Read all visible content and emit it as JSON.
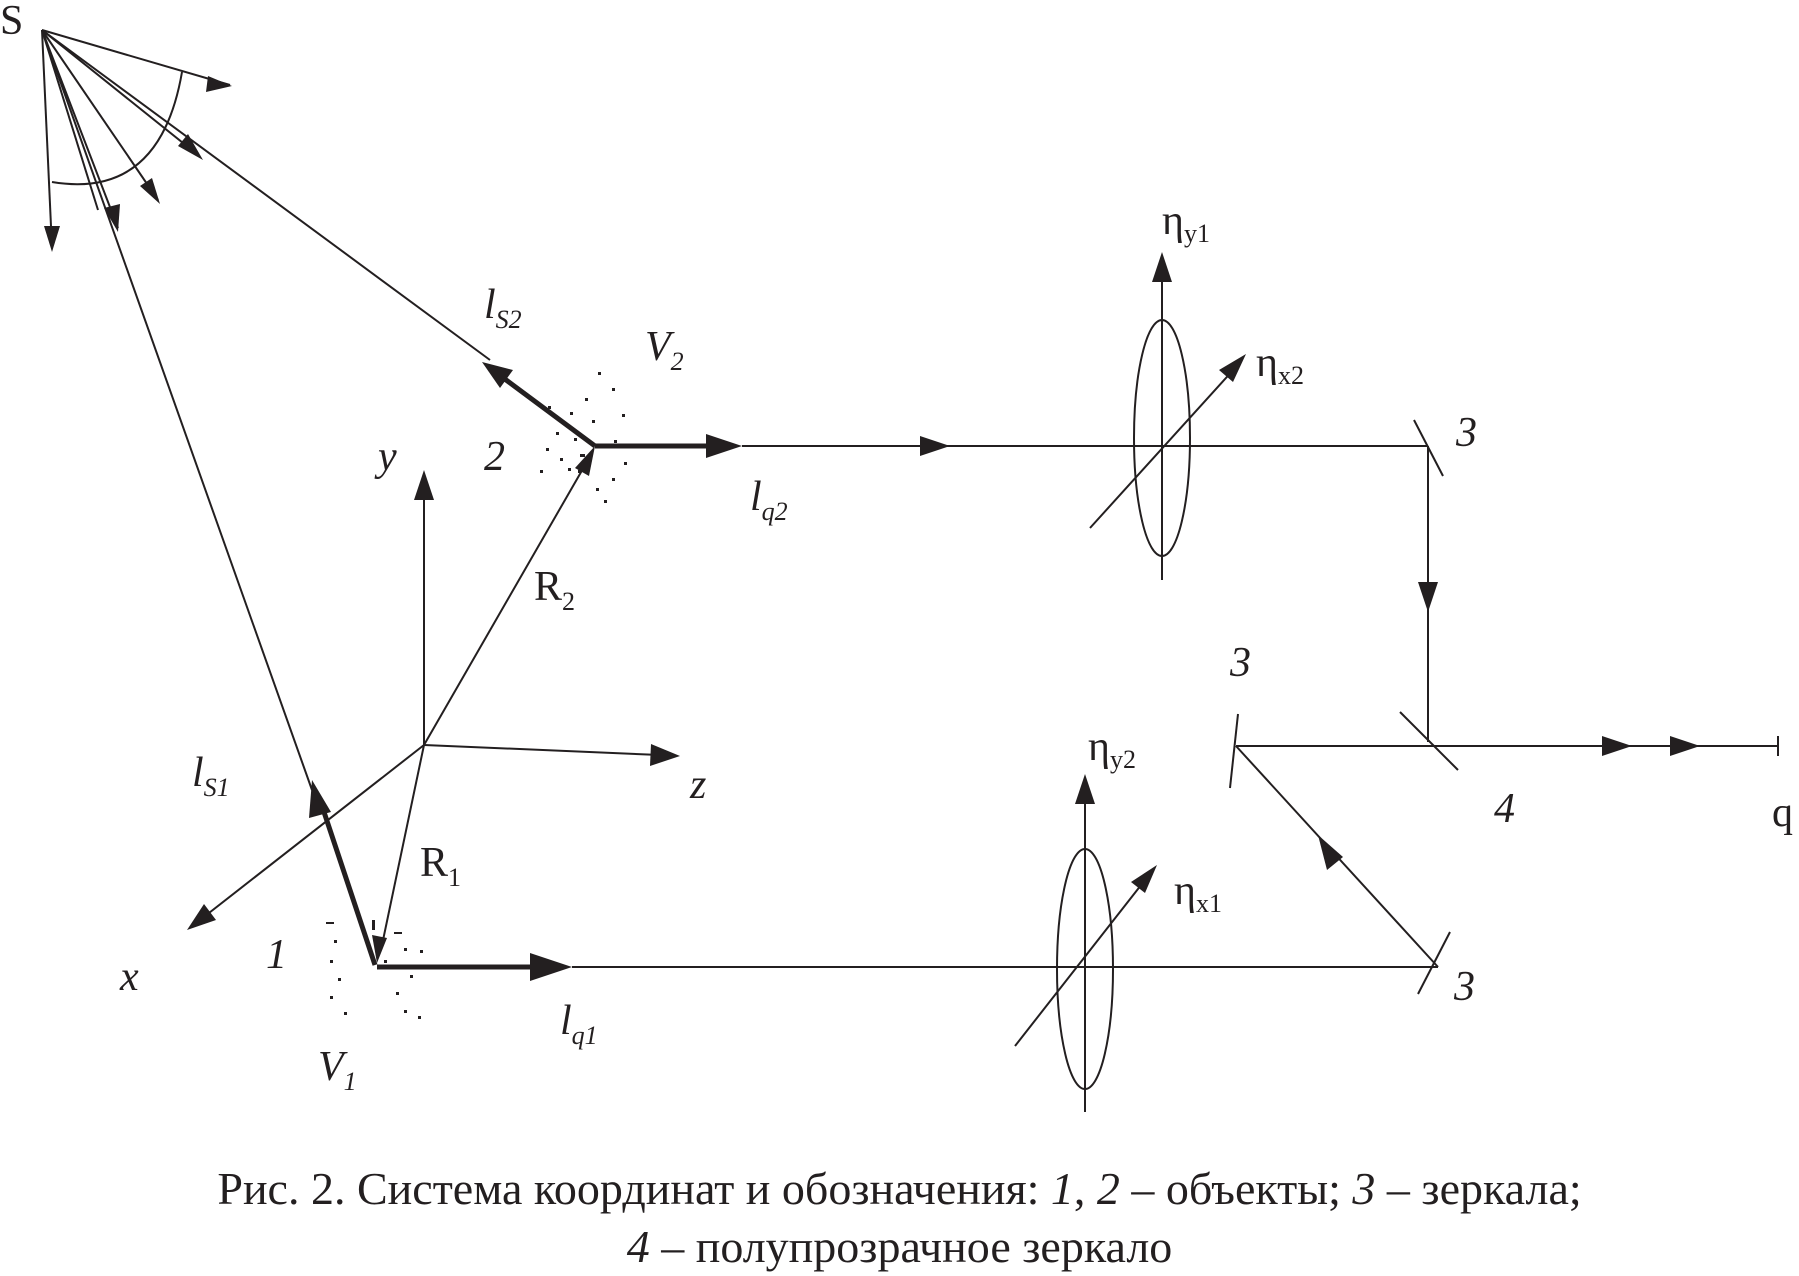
{
  "labels": {
    "S": "S",
    "ls1_main": "l",
    "ls1_sub": "S1",
    "ls2_main": "l",
    "ls2_sub": "S2",
    "v1_main": "V",
    "v1_sub": "1",
    "v2_main": "V",
    "v2_sub": "2",
    "lq1_main": "l",
    "lq1_sub": "q1",
    "lq2_main": "l",
    "lq2_sub": "q2",
    "r1_main": "R",
    "r1_sub": "1",
    "r2_main": "R",
    "r2_sub": "2",
    "x": "x",
    "y": "y",
    "z": "z",
    "obj1": "1",
    "obj2": "2",
    "mirror_a": "3",
    "mirror_b": "3",
    "mirror_c": "3",
    "half_mirror": "4",
    "q": "q",
    "eta_y1_main": "η",
    "eta_y1_sub": "y1",
    "eta_x2_main": "η",
    "eta_x2_sub": "x2",
    "eta_y2_main": "η",
    "eta_y2_sub": "y2",
    "eta_x1_main": "η",
    "eta_x1_sub": "x1"
  },
  "caption": {
    "line1_a": "Рис. 2. Система координат и обозначения: ",
    "line1_b": "1",
    "line1_c": ", ",
    "line1_d": "2",
    "line1_e": " – объекты; ",
    "line1_f": "3",
    "line1_g": " – зеркала;",
    "line2_a": "4",
    "line2_b": " – полупрозрачное зеркало"
  }
}
